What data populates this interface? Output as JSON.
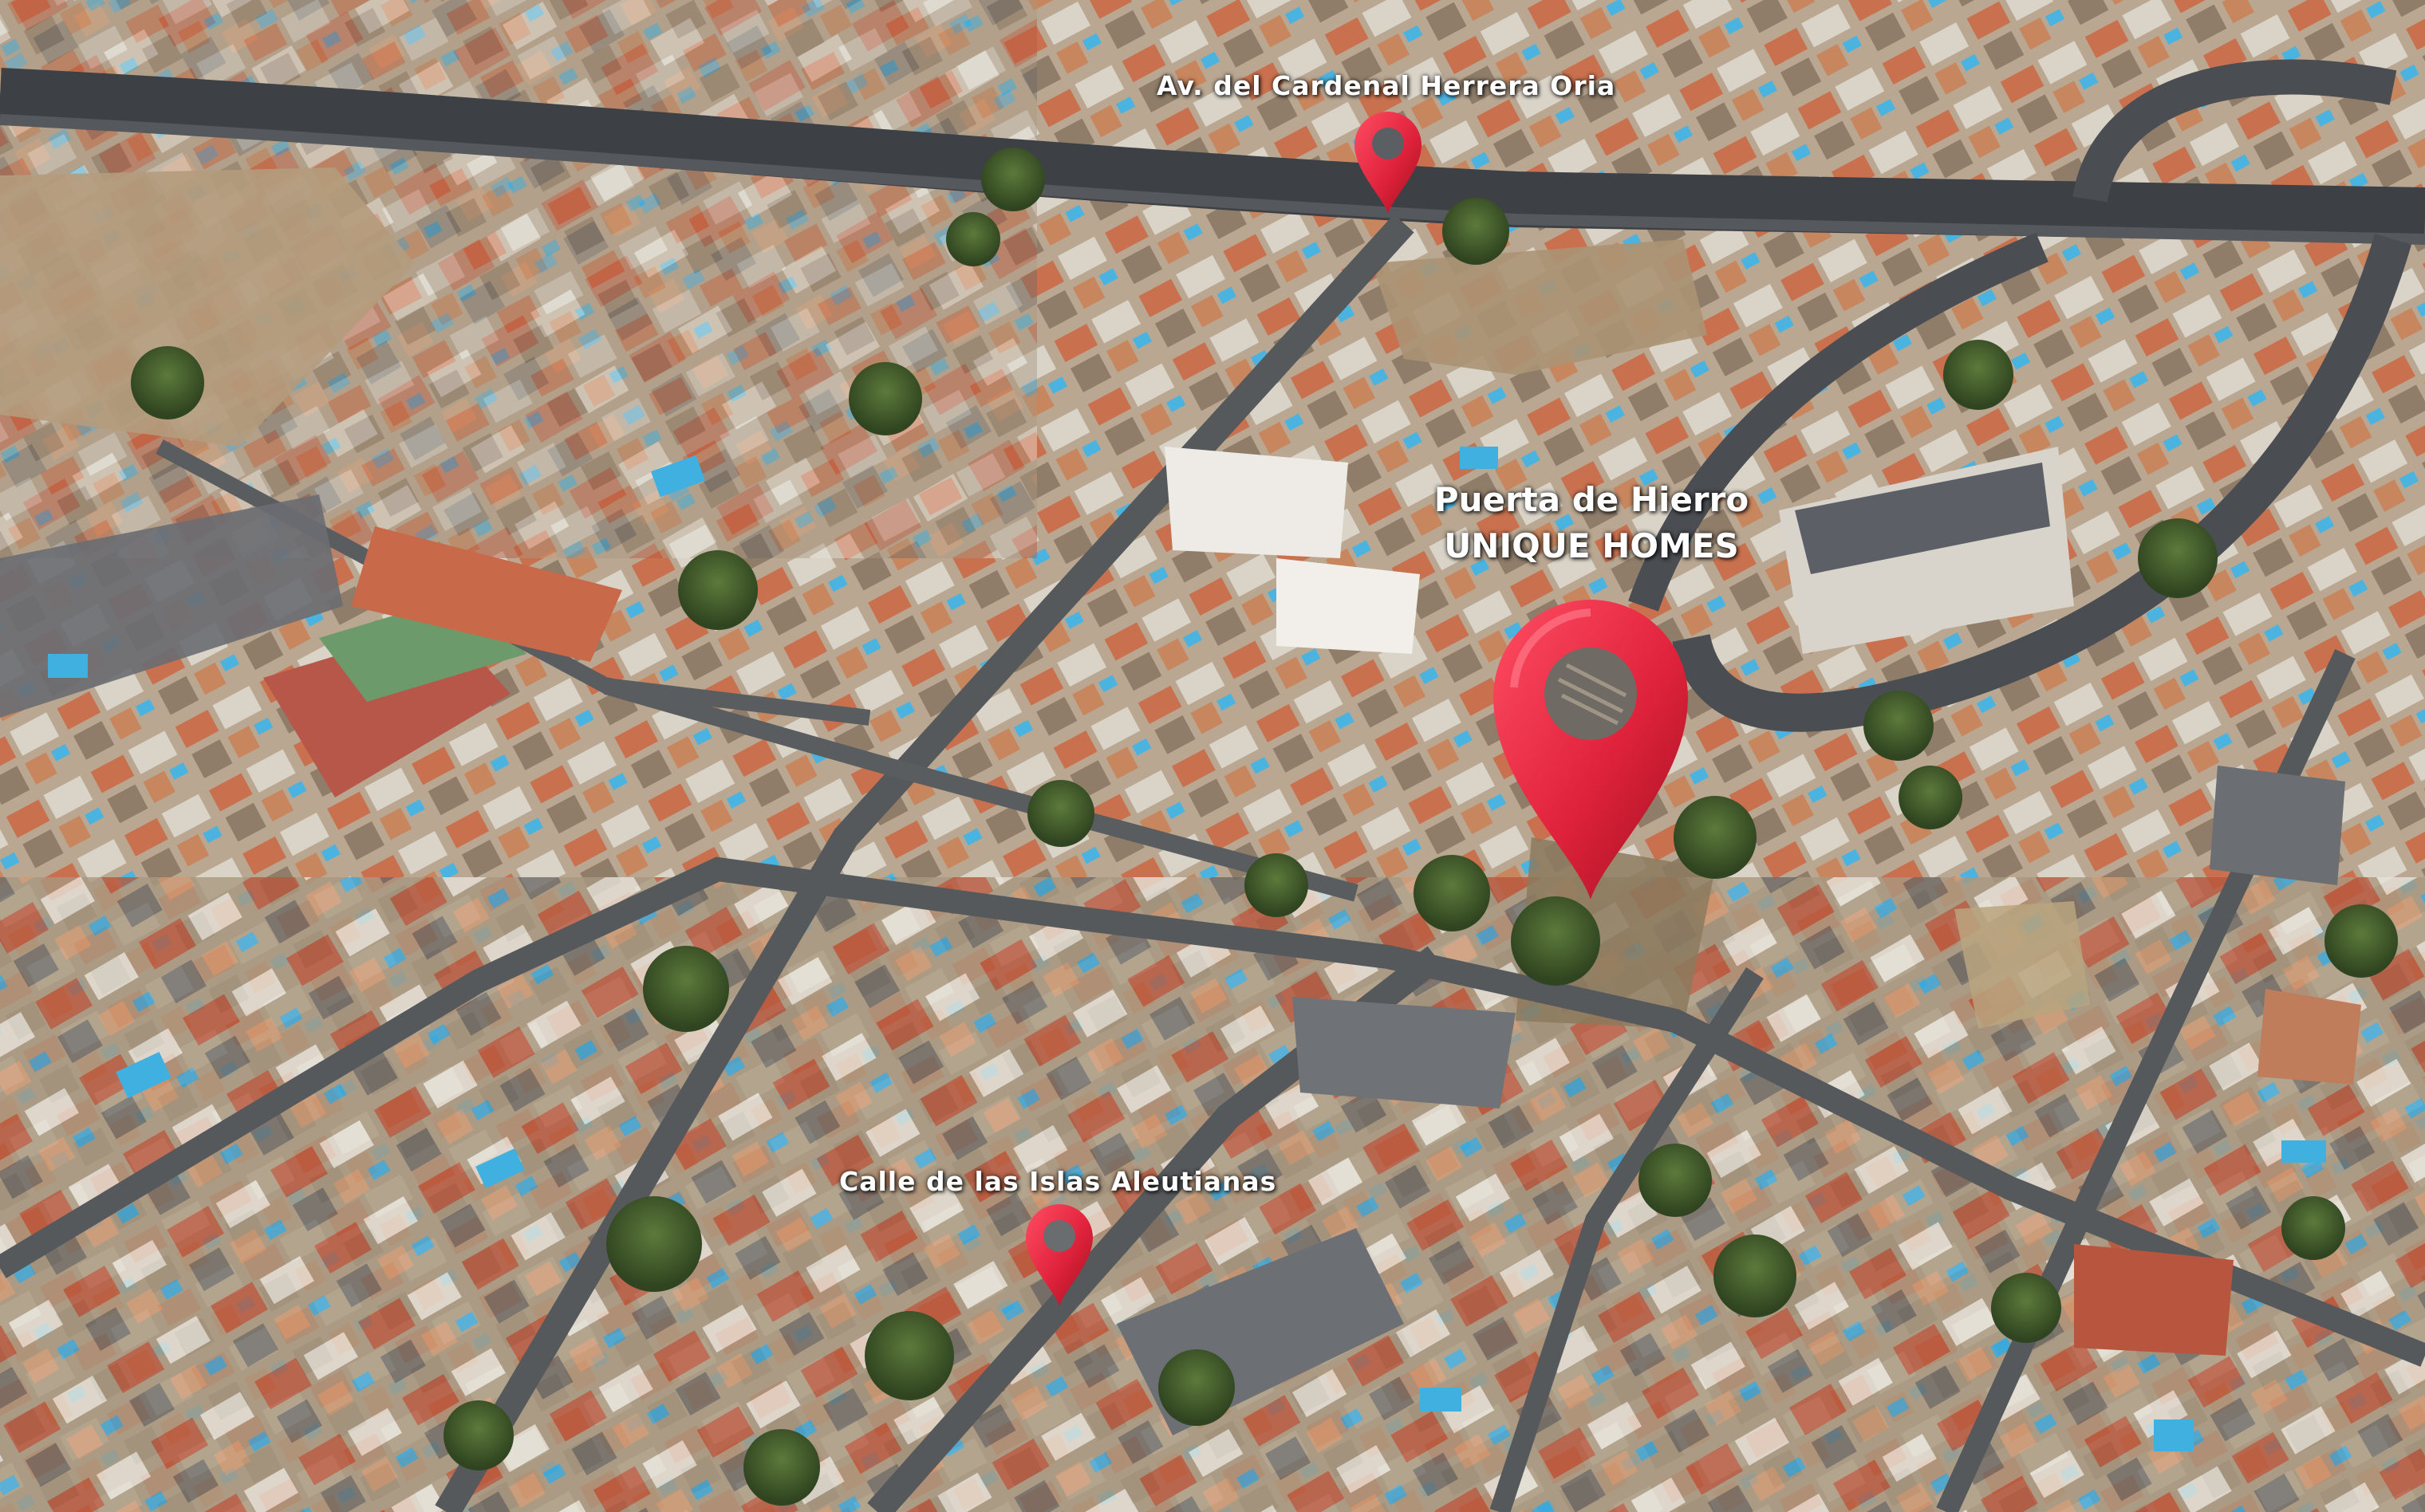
{
  "map": {
    "type": "aerial",
    "markers": [
      {
        "id": "pin-north",
        "label": "Av. del Cardenal Herrera Oria",
        "size": "small"
      },
      {
        "id": "pin-main",
        "label_lines": [
          "Puerta de Hierro",
          "UNIQUE HOMES"
        ],
        "size": "large"
      },
      {
        "id": "pin-south",
        "label": "Calle de las Islas Aleutianas",
        "size": "small"
      }
    ],
    "colors": {
      "pin": "#e0233c",
      "pin_dark": "#a3121f",
      "label": "#ffffff",
      "road": "#4a4d52",
      "pool": "#3fb0e0",
      "tree": "#3f5a2c"
    }
  }
}
